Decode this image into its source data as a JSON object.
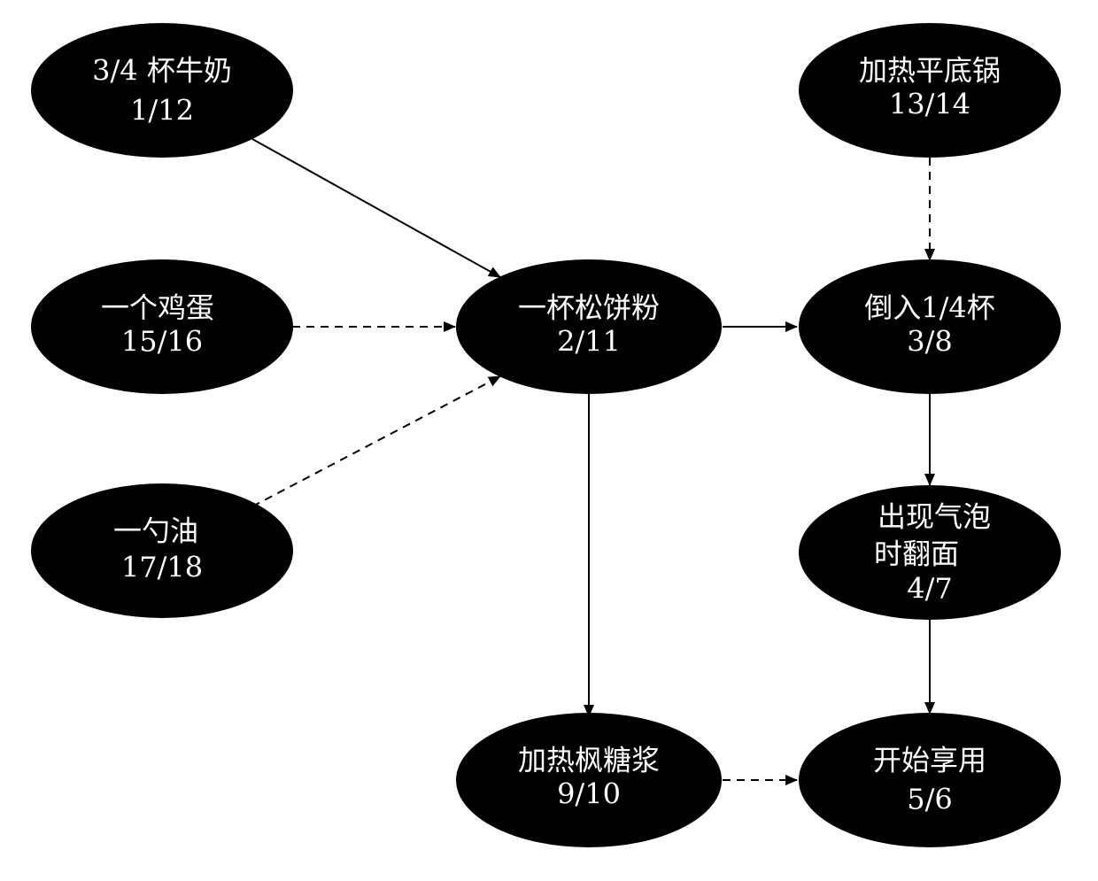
{
  "nodes": {
    "milk": {
      "line1": "3/4 杯牛奶",
      "line2": "1/12"
    },
    "egg": {
      "line1": "一个鸡蛋",
      "line2": "15/16"
    },
    "oil": {
      "line1": "一勺油",
      "line2": "17/18"
    },
    "mix": {
      "line1": "一杯松饼粉",
      "line2": "2/11"
    },
    "heatpan": {
      "line1": "加热平底锅",
      "line2": "13/14"
    },
    "pour": {
      "line1": "倒入1/4杯",
      "line2": "3/8"
    },
    "flip": {
      "line1": "出现气泡",
      "line2": "时翻面",
      "line3": "4/7"
    },
    "syrup": {
      "line1": "加热枫糖浆",
      "line2": "9/10"
    },
    "enjoy": {
      "line1": "开始享用",
      "line2": "5/6"
    }
  },
  "edges": [
    {
      "from": "milk",
      "to": "mix",
      "style": "solid"
    },
    {
      "from": "egg",
      "to": "mix",
      "style": "dashed"
    },
    {
      "from": "oil",
      "to": "mix",
      "style": "dashed"
    },
    {
      "from": "mix",
      "to": "pour",
      "style": "solid"
    },
    {
      "from": "mix",
      "to": "syrup",
      "style": "solid"
    },
    {
      "from": "heatpan",
      "to": "pour",
      "style": "dashed"
    },
    {
      "from": "pour",
      "to": "flip",
      "style": "solid"
    },
    {
      "from": "flip",
      "to": "enjoy",
      "style": "solid"
    },
    {
      "from": "syrup",
      "to": "enjoy",
      "style": "dashed"
    }
  ]
}
